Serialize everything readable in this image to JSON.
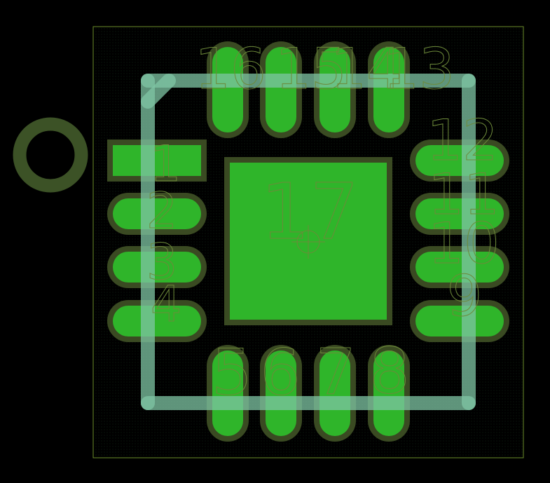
{
  "footprint": {
    "pad_labels": {
      "pin1": "1",
      "pin2": "2",
      "pin3": "3",
      "pin4": "4",
      "pin5": "5",
      "pin6": "6",
      "pin7": "7",
      "pin8": "8",
      "pin9": "9",
      "pin10": "10",
      "pin11": "11",
      "pin12": "12",
      "pin13": "13",
      "pin14": "14",
      "pin15": "15",
      "pin16": "16",
      "pin17": "17"
    }
  },
  "colors": {
    "background": "#000000",
    "board_outline": "#6b8e2a",
    "pad_fill": "#2fb52a",
    "pad_mask": "#3a4a22",
    "silkscreen": "#7fc6a4",
    "mounting_hole": "#3c5226",
    "label_stroke": "#6d8a3a"
  },
  "icons": {
    "pin1_marker": "mounting-hole-icon",
    "origin": "crosshair-icon"
  }
}
